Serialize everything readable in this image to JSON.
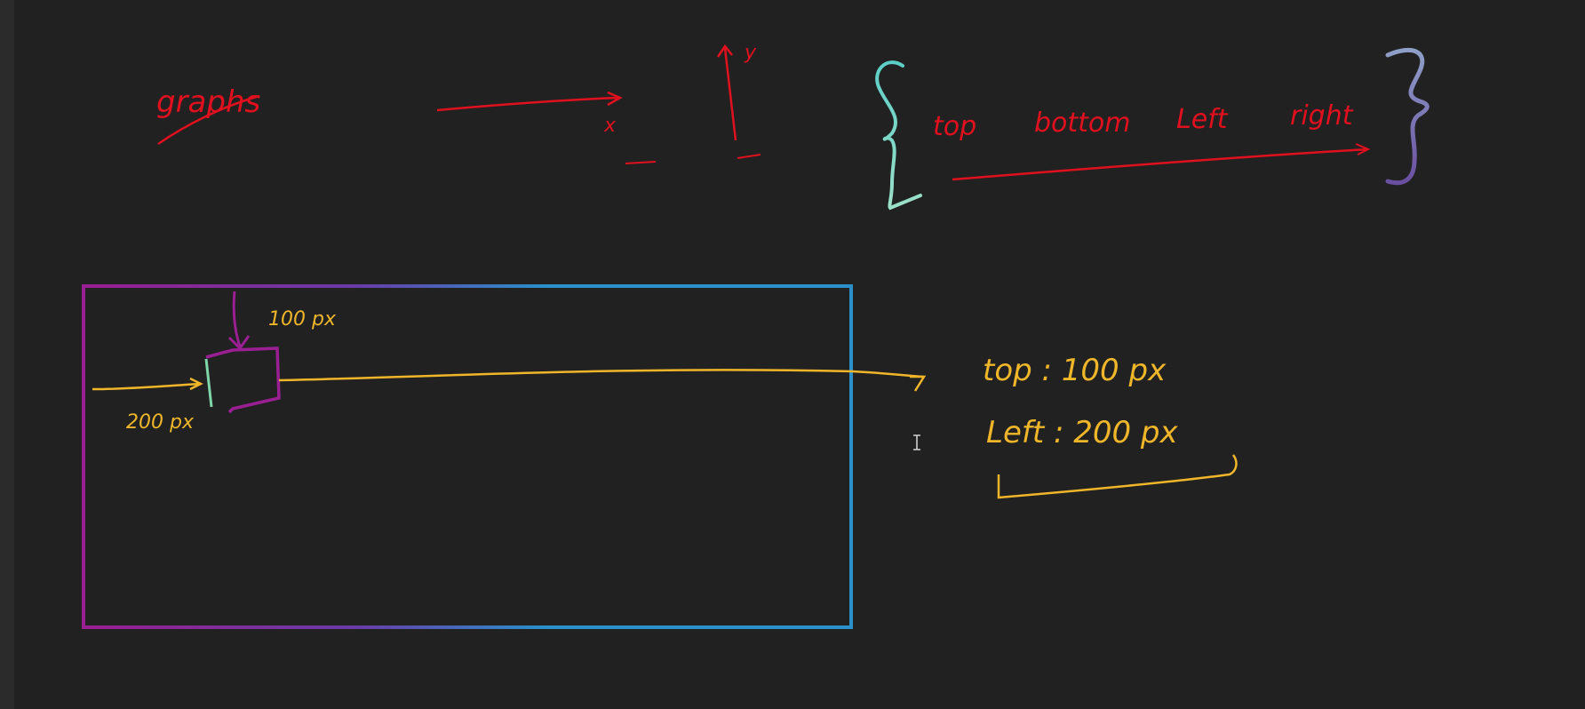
{
  "canvas": {
    "background": "#212121",
    "gutter_color": "#2b2b2b"
  },
  "colors": {
    "red_ink": "#e0101e",
    "yellow_ink": "#f0b62a",
    "purple_ink": "#9a1f93",
    "blue_ink": "#2a8fcb",
    "teal_ink": "#6cc9c4"
  },
  "top_notes": {
    "heading": "graphs",
    "x_axis_label": "x",
    "y_axis_label": "y",
    "position_props": [
      "top",
      "bottom",
      "Left",
      "right"
    ]
  },
  "box_diagram": {
    "top_offset_label": "100 px",
    "left_offset_label": "200 px"
  },
  "css_notes": {
    "line_1": "top : 100 px",
    "line_2": "Left : 200 px"
  },
  "cursor": {
    "icon": "text-cursor-icon"
  }
}
